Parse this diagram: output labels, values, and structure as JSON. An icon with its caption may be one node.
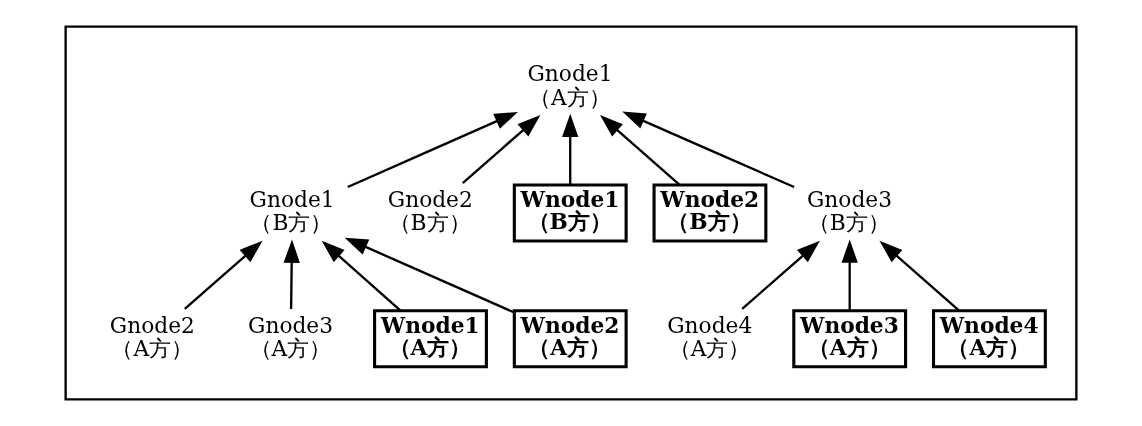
{
  "diagram": {
    "nodes": [
      {
        "text": [],
        "shape": "box"
      },
      {
        "text": [
          "Gnode1",
          "（A方）"
        ],
        "in": 0
      },
      {
        "text": [
          "Gnode1",
          "（B方）"
        ],
        "in": 0
      },
      {
        "text": [
          "Gnode2",
          "（B方）"
        ],
        "in": 0
      },
      {
        "text": [
          "Wnode1",
          "（B方）"
        ],
        "in": 0
      },
      {
        "text": [
          "Wnode2",
          "（B方）"
        ],
        "in": 0
      },
      {
        "text": [
          "Gnode3",
          "（B方）"
        ],
        "in": 0
      },
      {
        "text": [
          "Gnode2",
          "（A方）"
        ],
        "in": 0
      },
      {
        "text": [
          "Gnode3",
          "（A方）"
        ],
        "in": 0
      },
      {
        "text": [
          "Wnode1",
          "（A方）"
        ],
        "in": 0
      },
      {
        "text": [
          "Wnode2",
          "（A方）"
        ],
        "in": 0
      },
      {
        "text": [
          "Gnode4",
          "（A方）"
        ],
        "in": 0
      },
      {
        "text": [
          "Wnode3",
          "（A方）"
        ],
        "in": 0
      },
      {
        "text": [
          "Wnode4",
          "（A方）"
        ],
        "in": 0
      }
    ],
    "edges": [
      {
        "from": 2,
        "to": 1,
        "arrow": "to"
      },
      {
        "from": 3,
        "to": 1,
        "arrow": "to"
      },
      {
        "from": 4,
        "to": 1,
        "arrow": "to"
      },
      {
        "from": 5,
        "to": 1,
        "arrow": "to"
      },
      {
        "from": 6,
        "to": 1,
        "arrow": "to"
      },
      {
        "from": 7,
        "to": 2,
        "arrow": "to"
      },
      {
        "from": 8,
        "to": 2,
        "arrow": "to"
      },
      {
        "from": 9,
        "to": 2,
        "arrow": "to"
      },
      {
        "from": 10,
        "to": 2,
        "arrow": "to"
      },
      {
        "from": 11,
        "to": 6,
        "arrow": "to"
      },
      {
        "from": 12,
        "to": 6,
        "arrow": "to"
      },
      {
        "from": 13,
        "to": 6,
        "arrow": "to"
      }
    ]
  }
}
